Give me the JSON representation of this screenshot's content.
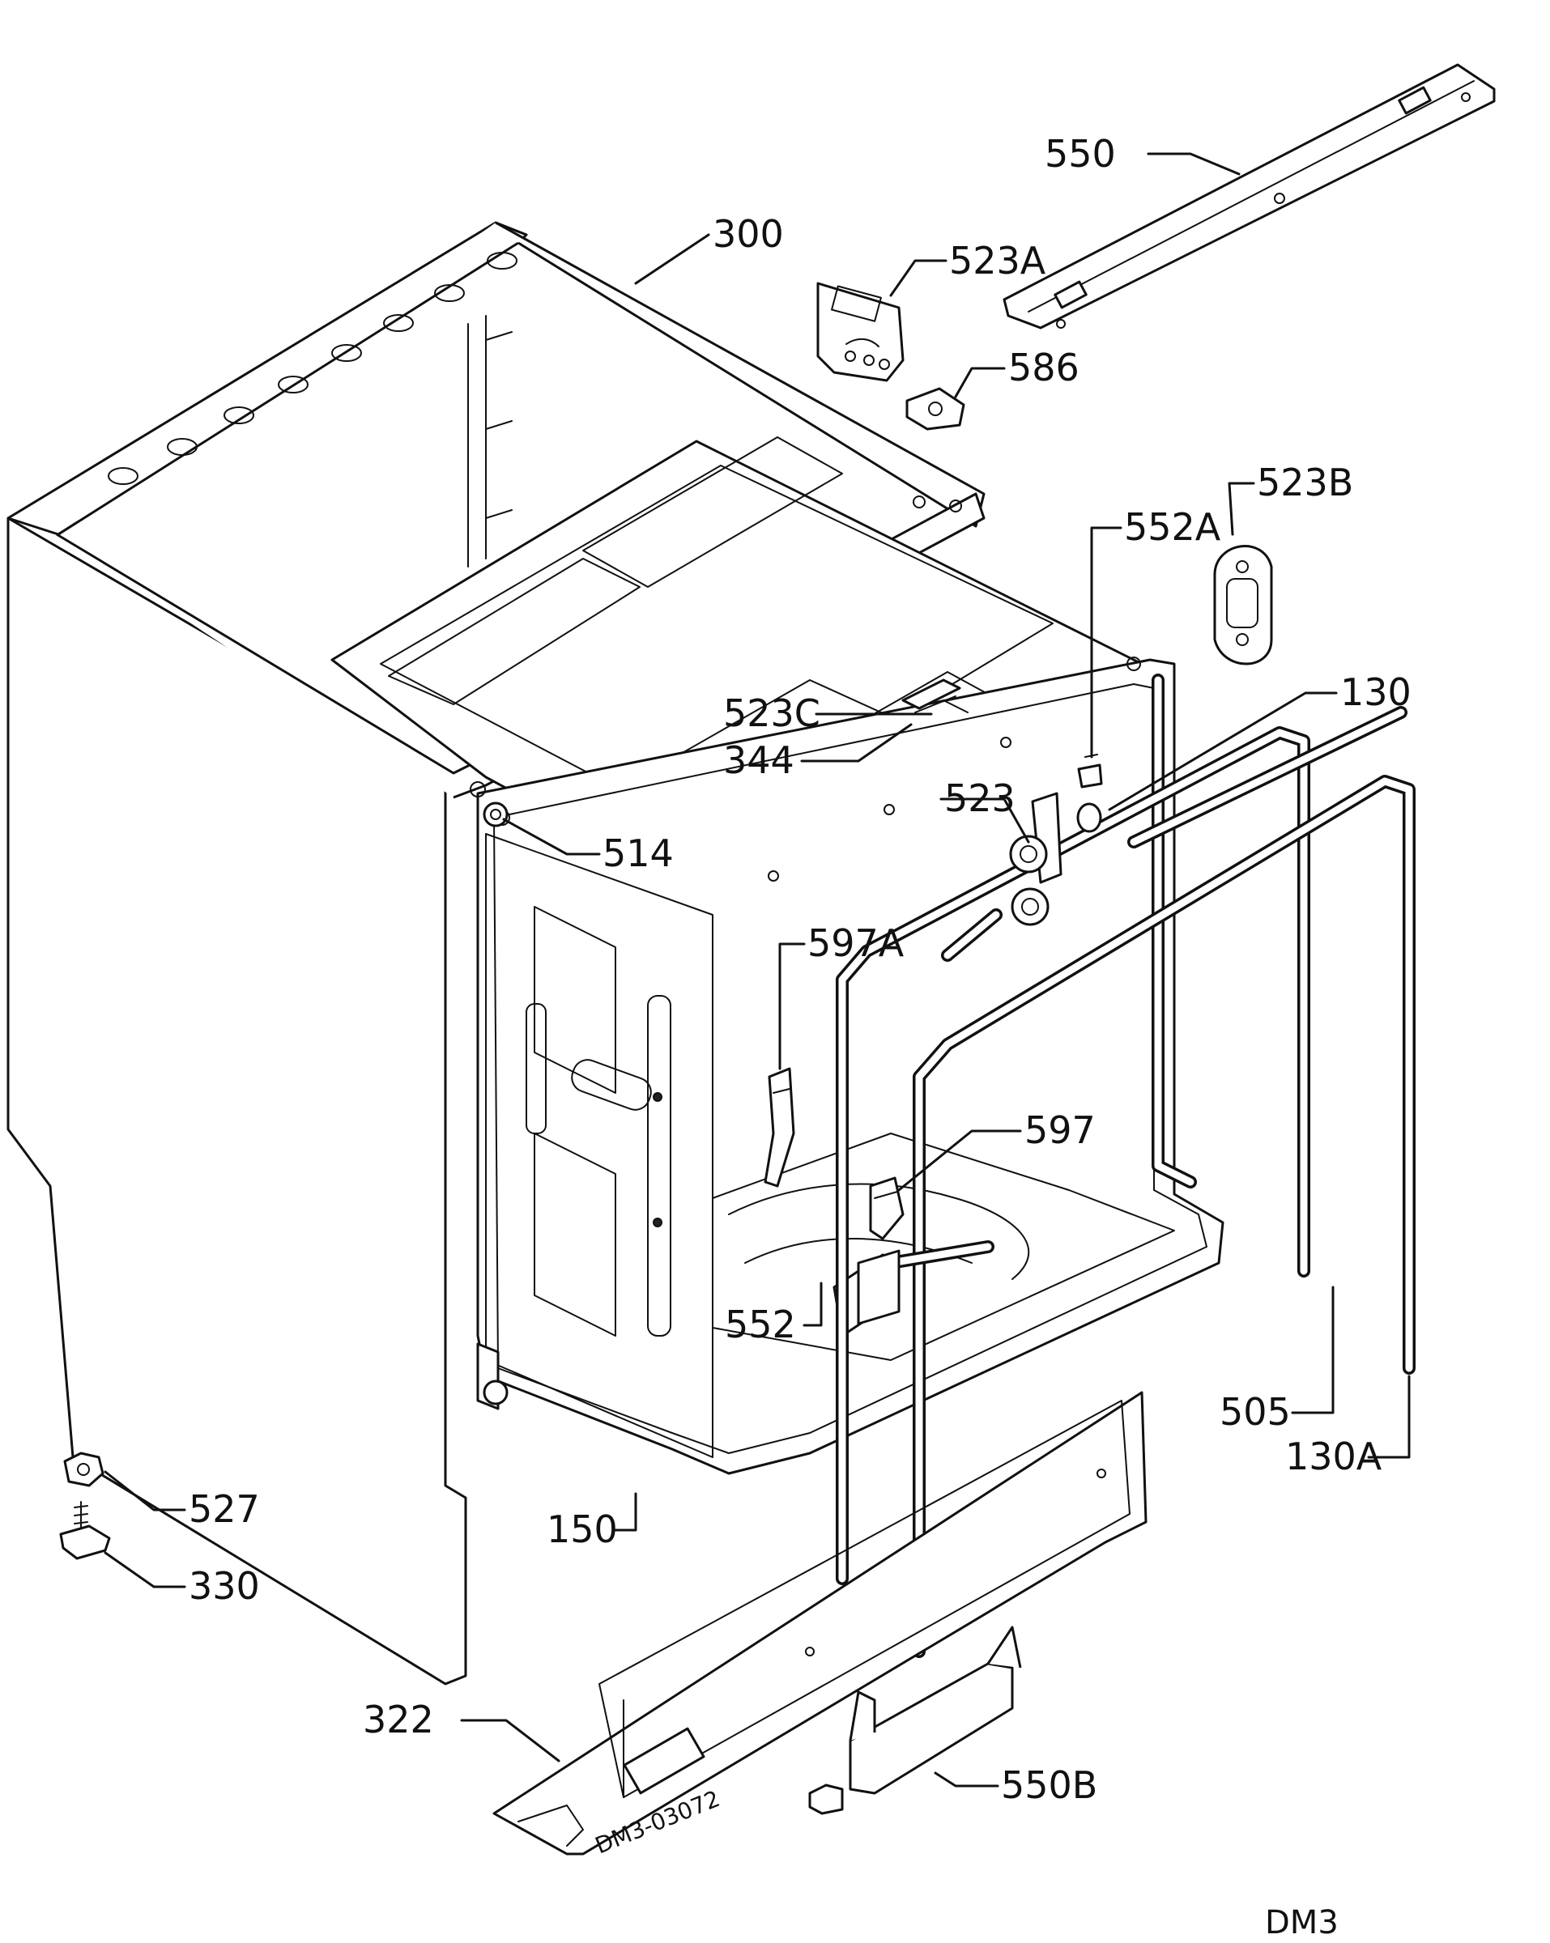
{
  "labels": {
    "l550": "550",
    "l300": "300",
    "l523A": "523A",
    "l586": "586",
    "l523B": "523B",
    "l552A": "552A",
    "l130": "130",
    "l523C": "523C",
    "l344": "344",
    "l523": "523",
    "l514": "514",
    "l597A": "597A",
    "l597": "597",
    "l552": "552",
    "l505": "505",
    "l130A": "130A",
    "l527": "527",
    "l330": "330",
    "l150": "150",
    "l322": "322",
    "l550B": "550B"
  },
  "drawing_code": "DM3-03072",
  "page_code": "DM3"
}
